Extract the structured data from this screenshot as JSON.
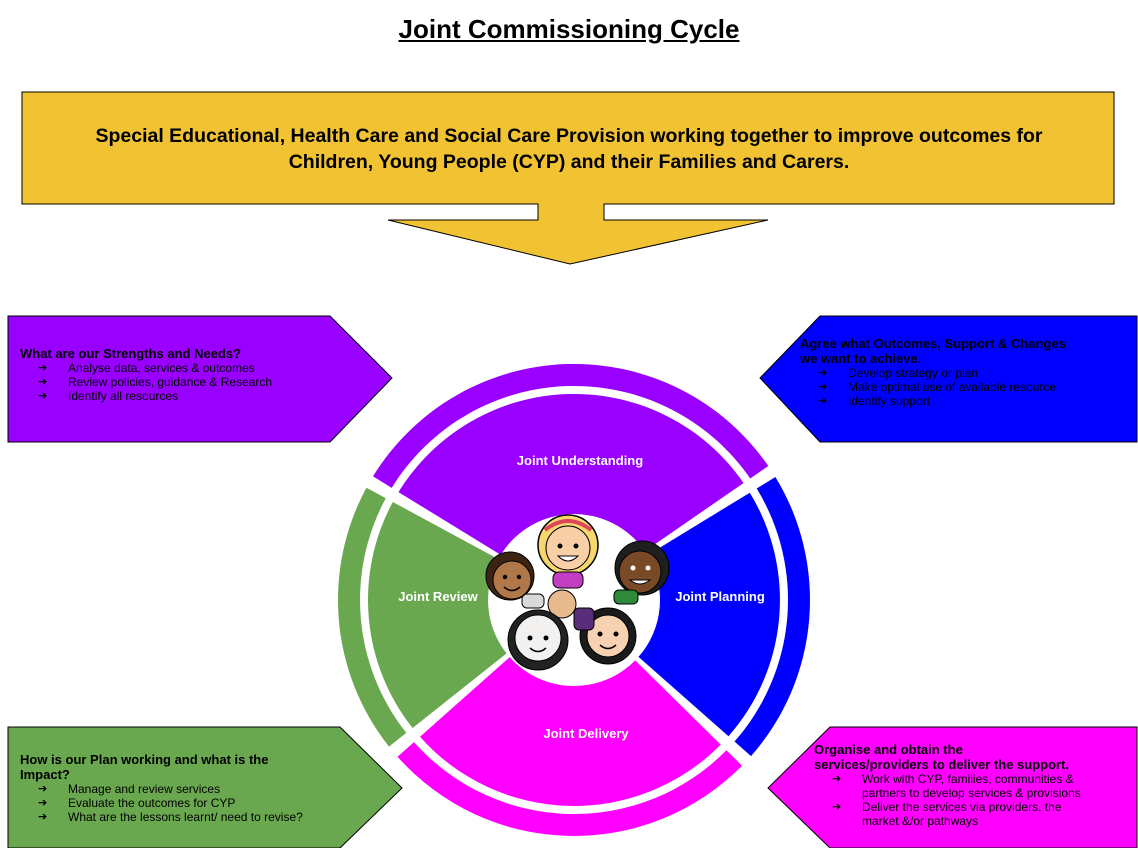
{
  "title": "Joint Commissioning Cycle",
  "banner": {
    "line1": "Special Educational, Health Care and Social Care Provision working together to improve outcomes for",
    "line2": "Children, Young People (CYP) and their Families and Carers."
  },
  "segments": {
    "understanding": "Joint Understanding",
    "planning": "Joint Planning",
    "delivery": "Joint Delivery",
    "review": "Joint Review"
  },
  "boxes": {
    "top_left": {
      "heading": "What are our Strengths and Needs?",
      "bullets": [
        "Analyse data, services & outcomes",
        "Review policies, guidance & Research",
        "Identify all resources"
      ]
    },
    "top_right": {
      "heading_line1": "Agree what Outcomes, Support & Changes",
      "heading_line2": "we want to achieve.",
      "bullets": [
        "Develop strategy or plan",
        "Make optimal use of available resource",
        "Identify support"
      ]
    },
    "bottom_left": {
      "heading_line1": "How is our Plan working and what is the",
      "heading_line2": "Impact?",
      "bullets": [
        "Manage and review services",
        "Evaluate the outcomes for CYP",
        "What are the lessons learnt/ need to revise?"
      ]
    },
    "bottom_right": {
      "heading_line1": "Organise and obtain the",
      "heading_line2": "services/providers to deliver the support.",
      "bullets": [
        {
          "line1": "Work with CYP, families, communities &",
          "line2": "partners to develop services & provisions"
        },
        {
          "line1": "Deliver the services via providers, the",
          "line2": "market &/or pathways"
        }
      ]
    }
  },
  "colors": {
    "banner": "#f1c232",
    "purple": "#9900ff",
    "blue": "#0000ff",
    "green": "#6aa84f",
    "magenta": "#ff00ff"
  },
  "center_image": "children-in-circle-icon"
}
